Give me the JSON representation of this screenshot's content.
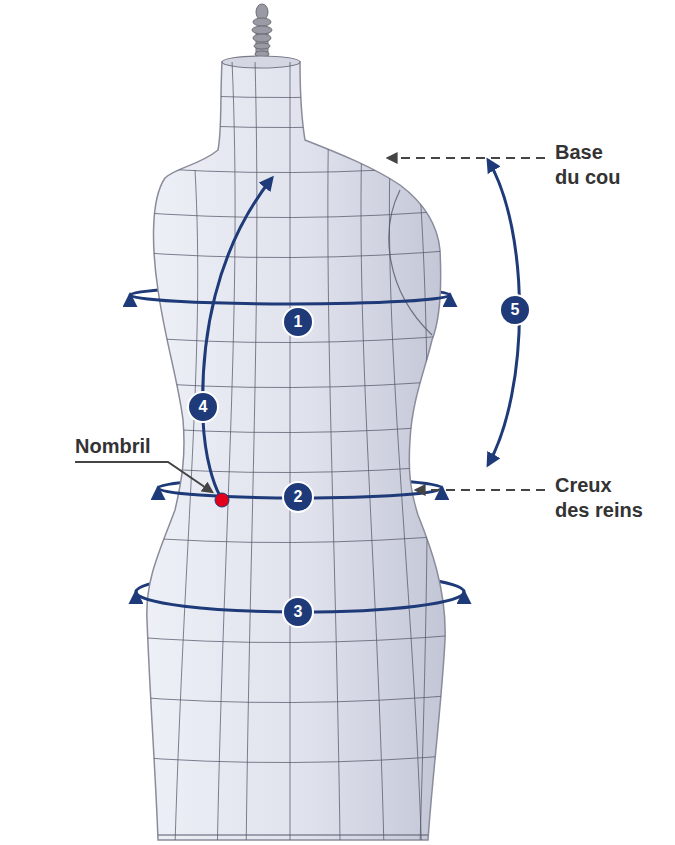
{
  "diagram": {
    "labels": [
      "Base du cou",
      "Creux des reins",
      "Nombril",
      "1",
      "2",
      "3",
      "4",
      "5"
    ]
  }
}
